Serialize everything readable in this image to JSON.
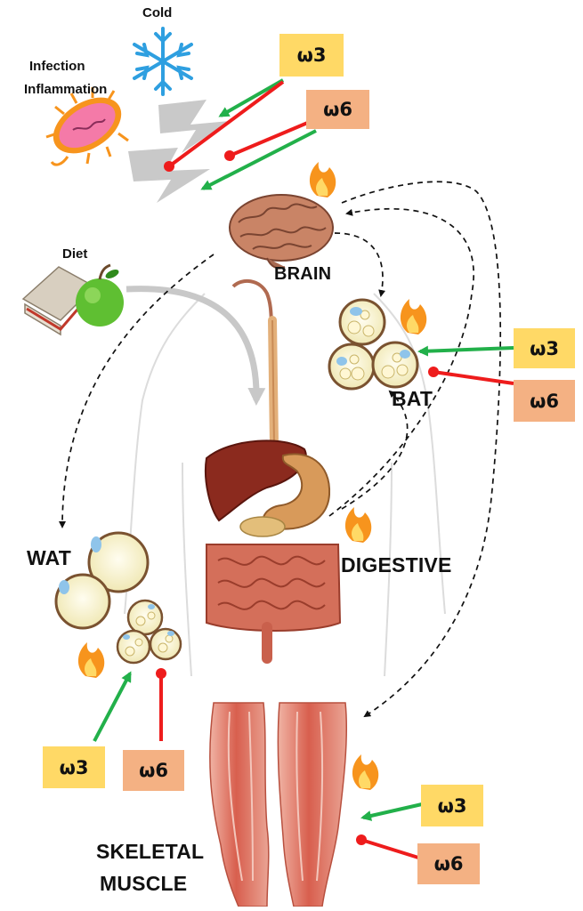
{
  "labels": {
    "cold": "Cold",
    "infection_line1": "Infection",
    "infection_line2": "Inflammation",
    "diet": "Diet",
    "brain": "BRAIN",
    "bat": "BAT",
    "wat": "WAT",
    "digestive": "DIGESTIVE",
    "skeletal_line1": "SKELETAL",
    "skeletal_line2": "MUSCLE"
  },
  "tags": {
    "omega3": "ω3",
    "omega6": "ω6"
  },
  "colors": {
    "omega3_fill": "#ffd966",
    "omega6_fill": "#f4b183",
    "stimulate_arrow": "#22b04a",
    "inhibit_arrow": "#ee1c1c",
    "flame": "#f7941d",
    "brain": "#b5735a",
    "muscle": "#d9695a",
    "fat_cell": "#f7f1c4"
  },
  "icons": [
    "snowflake-icon",
    "bacteria-icon",
    "lightning-icon",
    "sandwich-icon",
    "apple-icon",
    "flame-icon",
    "brain-icon",
    "fat-cell-icon",
    "liver-icon",
    "stomach-icon",
    "intestine-icon",
    "leg-muscle-icon"
  ]
}
